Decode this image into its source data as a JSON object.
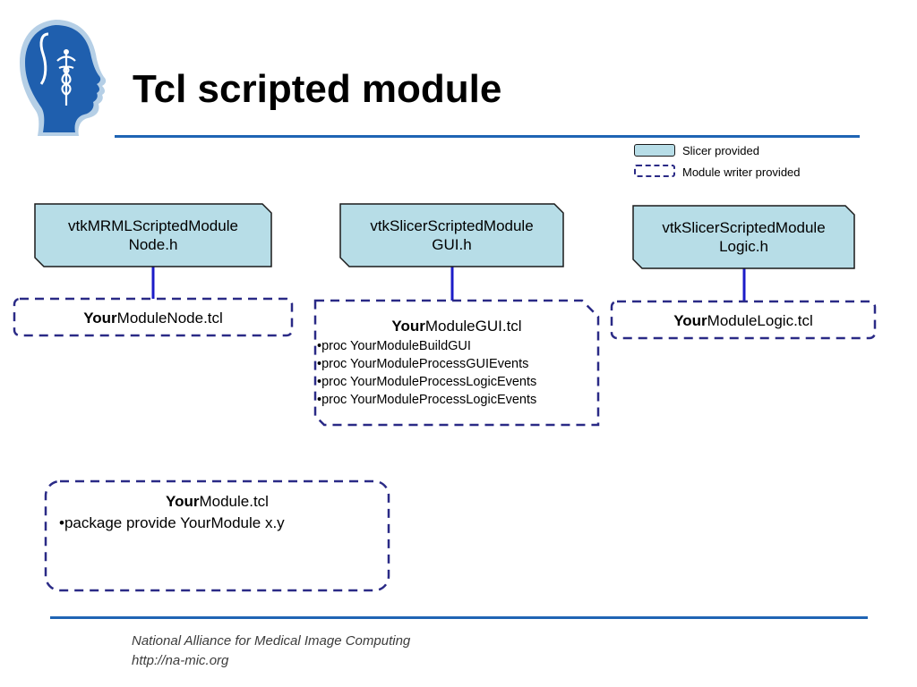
{
  "title": "Tcl scripted module",
  "legend": {
    "slicer_provided": "Slicer provided",
    "module_writer_provided": "Module writer provided"
  },
  "classes": [
    {
      "line1": "vtkMRMLScriptedModule",
      "line2": "Node.h"
    },
    {
      "line1": "vtkSlicerScriptedModule",
      "line2": "GUI.h"
    },
    {
      "line1": "vtkSlicerScriptedModule",
      "line2": "Logic.h"
    }
  ],
  "modules": {
    "node": {
      "prefix": "Your",
      "suffix": "ModuleNode.tcl"
    },
    "gui": {
      "prefix": "Your",
      "suffix": "ModuleGUI.tcl",
      "items": [
        "•proc YourModuleBuildGUI",
        "•proc YourModuleProcessGUIEvents",
        "•proc YourModuleProcessLogicEvents",
        "•proc YourModuleProcessLogicEvents"
      ]
    },
    "logic": {
      "prefix": "Your",
      "suffix": "ModuleLogic.tcl"
    },
    "package": {
      "prefix": "Your",
      "suffix": "Module.tcl",
      "items": [
        "•package provide YourModule x.y"
      ]
    }
  },
  "colors": {
    "slicer_fill": "#b7dde7",
    "dashed_border": "#2a2a86",
    "connector": "#1c1cc8",
    "rule": "#1f64b4"
  },
  "footer": {
    "organization": "National Alliance for Medical Image Computing",
    "url": "http://na-mic.org"
  }
}
